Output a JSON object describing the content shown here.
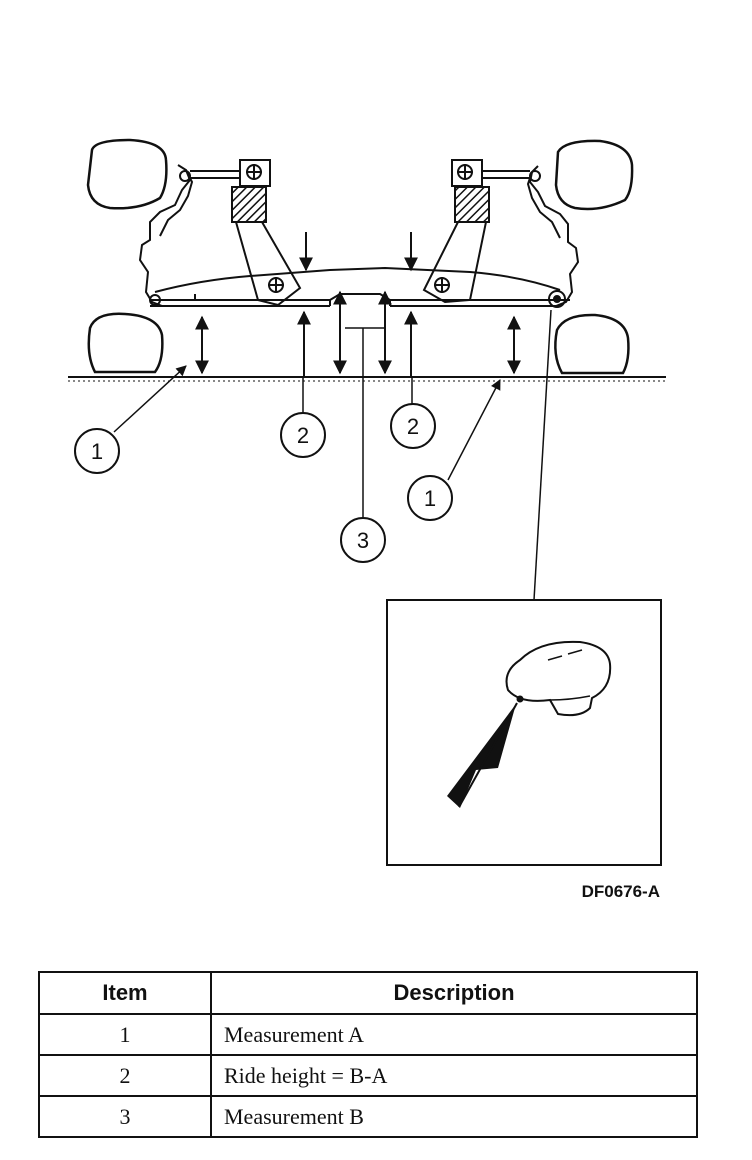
{
  "diagram": {
    "callouts": [
      {
        "id": "callout-1-left",
        "label": "1"
      },
      {
        "id": "callout-2-left",
        "label": "2"
      },
      {
        "id": "callout-2-right",
        "label": "2"
      },
      {
        "id": "callout-1-right",
        "label": "1"
      },
      {
        "id": "callout-3",
        "label": "3"
      }
    ],
    "figure_id": "DF0676-A"
  },
  "legend": {
    "headers": {
      "item": "Item",
      "description": "Description"
    },
    "rows": [
      {
        "item": "1",
        "description": "Measurement A"
      },
      {
        "item": "2",
        "description": "Ride height = B-A"
      },
      {
        "item": "3",
        "description": "Measurement B"
      }
    ]
  }
}
